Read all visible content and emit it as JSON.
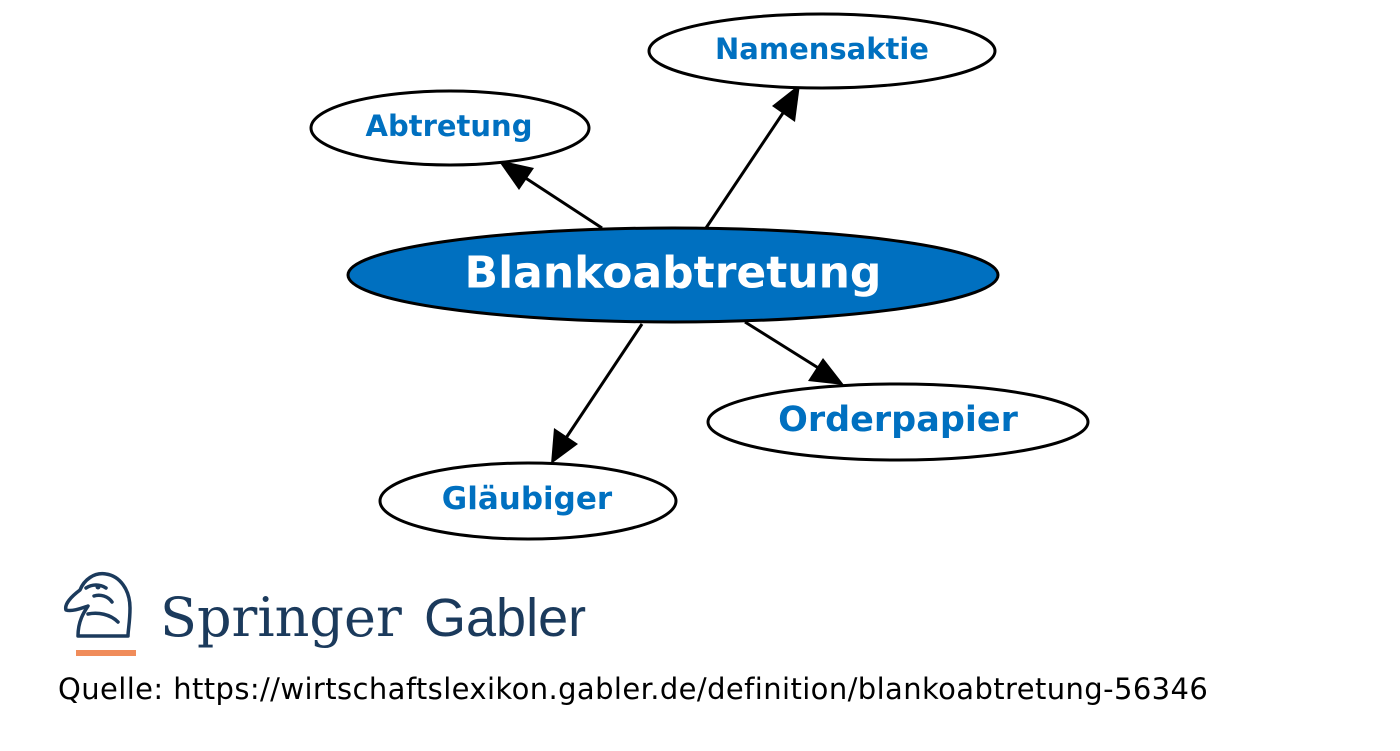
{
  "diagram": {
    "center": {
      "label": "Blankoabtretung",
      "fill": "#0070c0",
      "text_color": "#ffffff"
    },
    "related": [
      {
        "label": "Namensaktie",
        "text_color": "#0070c0"
      },
      {
        "label": "Abtretung",
        "text_color": "#0070c0"
      },
      {
        "label": "Orderpapier",
        "text_color": "#0070c0"
      },
      {
        "label": "Gläubiger",
        "text_color": "#0070c0"
      }
    ]
  },
  "logo": {
    "word1": "Springer",
    "word2": "Gabler",
    "primary_color": "#1b3a5c",
    "accent_color": "#f08c5a"
  },
  "source": {
    "text": "Quelle: https://wirtschaftslexikon.gabler.de/definition/blankoabtretung-56346"
  }
}
